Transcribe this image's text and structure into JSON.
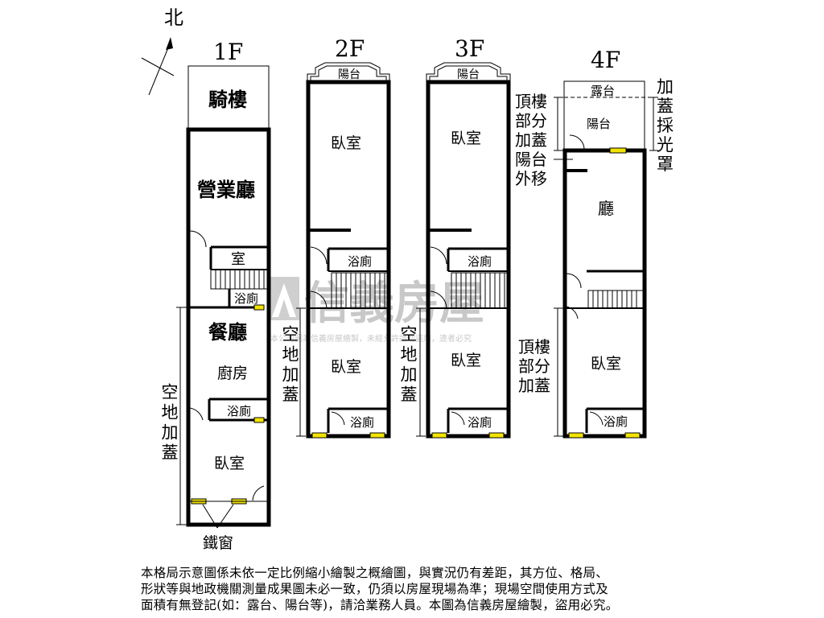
{
  "compass": {
    "label": "北"
  },
  "floors": {
    "f1": {
      "title": "1F",
      "rooms": {
        "arcade": "騎樓",
        "business_hall": "營業廳",
        "room": "室",
        "bath1": "浴廁",
        "dining": "餐廳",
        "kitchen": "廚房",
        "bath2": "浴廁",
        "bedroom": "臥室"
      },
      "notes": {
        "vacant_addition": "空地加蓋",
        "iron_window": "鐵窗"
      }
    },
    "f2": {
      "title": "2F",
      "rooms": {
        "balcony": "陽台",
        "bedroom1": "臥室",
        "bath1": "浴廁",
        "bedroom2": "臥室",
        "bath2": "浴廁"
      },
      "notes": {
        "vacant_addition": "空地加蓋"
      }
    },
    "f3": {
      "title": "3F",
      "rooms": {
        "balcony": "陽台",
        "bedroom1": "臥室",
        "bath1": "浴廁",
        "bedroom2": "臥室",
        "bath2": "浴廁"
      },
      "notes": {}
    },
    "f4": {
      "title": "4F",
      "rooms": {
        "terrace": "露台",
        "balcony": "陽台",
        "hall": "廳",
        "bedroom": "臥室",
        "bath": "浴廁"
      },
      "notes": {
        "rooftop_partial": "頂樓部分加蓋",
        "balcony_moved": "陽台外移",
        "skylight": "加蓋採光罩",
        "rooftop_partial_lower": "頂樓部分加蓋"
      }
    }
  },
  "watermark": {
    "brand": "信義房屋",
    "notice": "本公司圖為信義房屋繪製，未經允許請勿盜用，違者必究"
  },
  "disclaimer": {
    "line1": "本格局示意圖係未依一定比例縮小繪製之概繪圖，與實況仍有差距，其方位、格局、",
    "line2": "形狀等與地政機關測量成果圖未必一致，仍須以房屋現場為準；現場空間使用方式及",
    "line3": "面積有無登記(如：露台、陽台等)，請洽業務人員。本圖為信義房屋繪製，盜用必究。"
  }
}
